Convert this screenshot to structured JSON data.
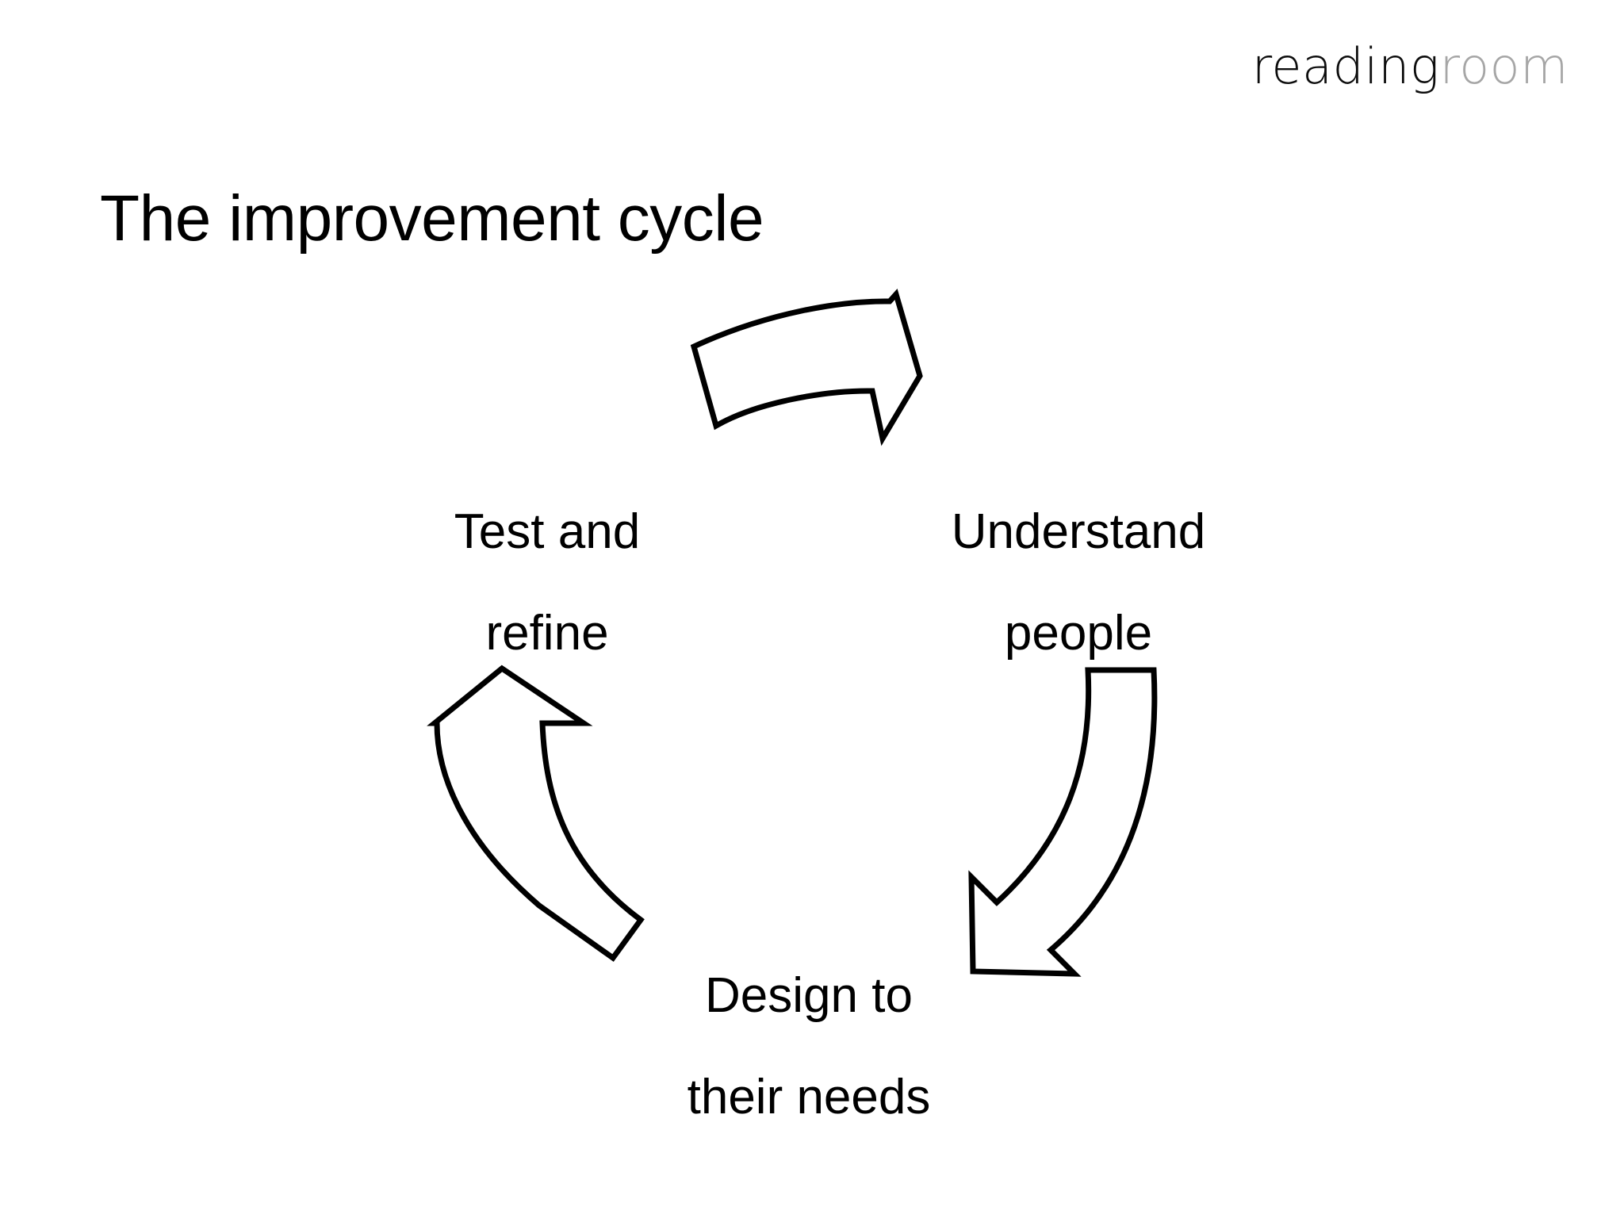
{
  "slide": {
    "title": "The improvement cycle",
    "background_color": "#ffffff",
    "text_color": "#000000"
  },
  "brand": {
    "name": "readingroom",
    "primary_text": "reading",
    "secondary_text": "room",
    "primary_color": "#0d0d0d",
    "secondary_color": "#a6a6a6"
  },
  "diagram": {
    "type": "cycle",
    "name": "improvement-cycle",
    "stroke_color": "#000000",
    "fill_color": "#ffffff",
    "stages": [
      {
        "id": "understand-people",
        "label": "Understand\npeople",
        "line1": "Understand",
        "line2": "people",
        "position": "right"
      },
      {
        "id": "design-to-their-needs",
        "label": "Design to\ntheir needs",
        "line1": "Design to",
        "line2": "their needs",
        "position": "bottom"
      },
      {
        "id": "test-and-refine",
        "label": "Test and\nrefine",
        "line1": "Test and",
        "line2": "refine",
        "position": "left"
      }
    ],
    "arrows": [
      {
        "id": "arrow-top",
        "from": "test-and-refine",
        "to": "understand-people",
        "direction": "right"
      },
      {
        "id": "arrow-right",
        "from": "understand-people",
        "to": "design-to-their-needs",
        "direction": "down-left"
      },
      {
        "id": "arrow-left",
        "from": "design-to-their-needs",
        "to": "test-and-refine",
        "direction": "up-left"
      }
    ]
  }
}
